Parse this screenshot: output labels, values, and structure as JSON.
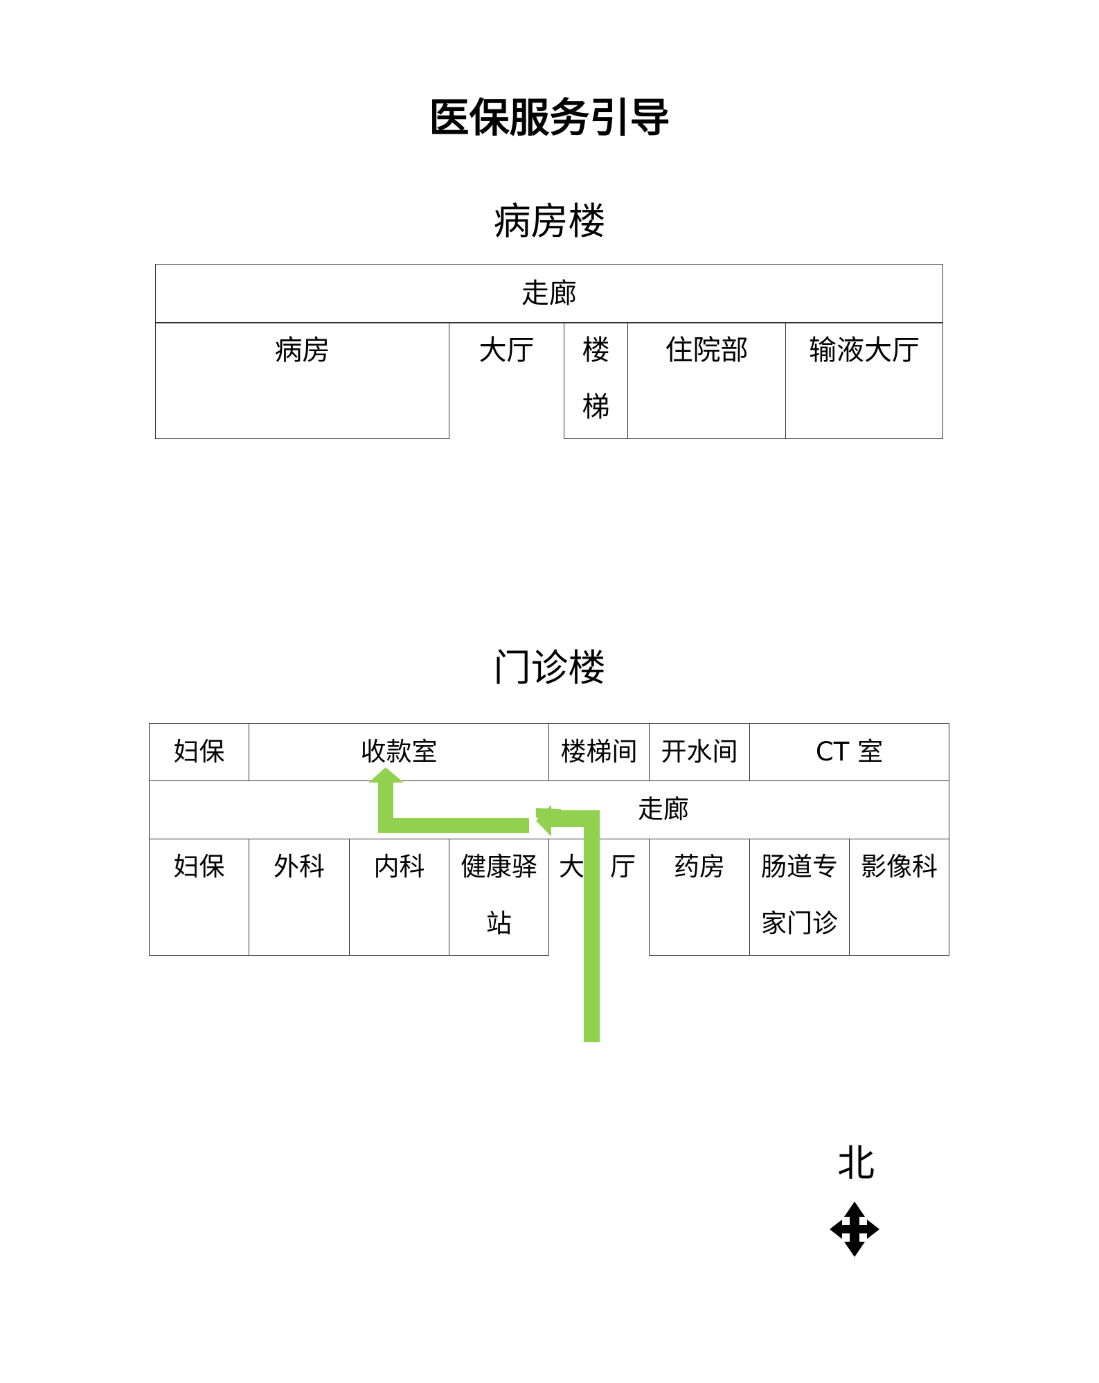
{
  "title": "医保服务引导",
  "ward": {
    "heading": "病房楼",
    "corridor": "走廊",
    "rooms": [
      "病房",
      "大厅",
      "楼",
      "梯",
      "住院部",
      "输液大厅"
    ]
  },
  "outpatient": {
    "heading": "门诊楼",
    "top_row": [
      "妇保",
      "收款室",
      "楼梯间",
      "开水间",
      "CT 室"
    ],
    "corridor": "走廊",
    "bottom_row": [
      "妇保",
      "外科",
      "内科",
      "健康驿",
      "站",
      "大",
      "厅",
      "药房",
      "肠道专",
      "家门诊",
      "影像科"
    ]
  },
  "compass": {
    "north": "北"
  },
  "colors": {
    "route_arrow": "#92D050",
    "border": "#333333"
  }
}
